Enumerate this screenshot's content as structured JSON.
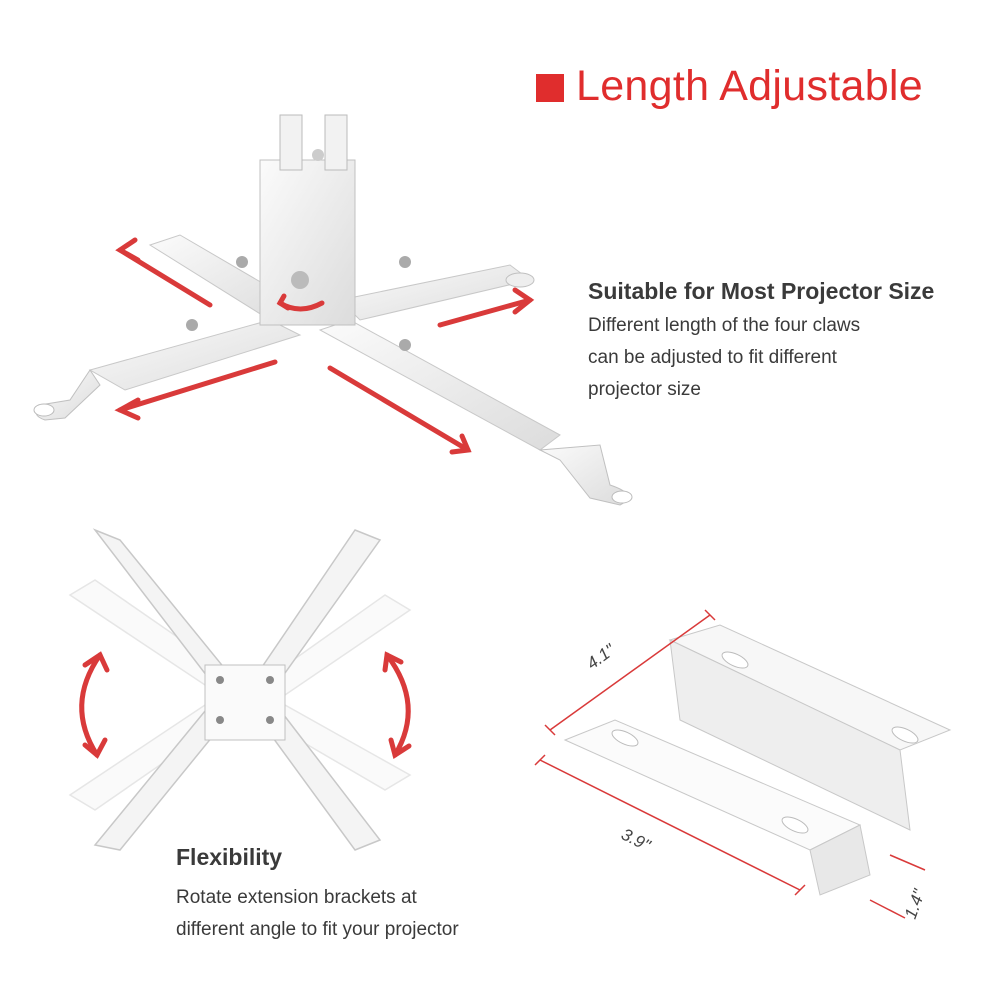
{
  "heading": {
    "text": "Length Adjustable",
    "accent_color": "#e02d2d"
  },
  "feature_size": {
    "title": "Suitable for Most Projector Size",
    "body": "Different length of the four claws\ncan be adjusted to fit different\nprojector size"
  },
  "feature_flex": {
    "title": "Flexibility",
    "body": "Rotate extension brackets at\ndifferent angle to fit your projector"
  },
  "bracket_dimensions": {
    "length": "4.1\"",
    "width": "3.9\"",
    "height": "1.4\""
  },
  "icons": [
    "red-square-icon",
    "double-arrow-icon",
    "rotate-arrow-icon",
    "projector-mount-image",
    "bracket-image"
  ]
}
